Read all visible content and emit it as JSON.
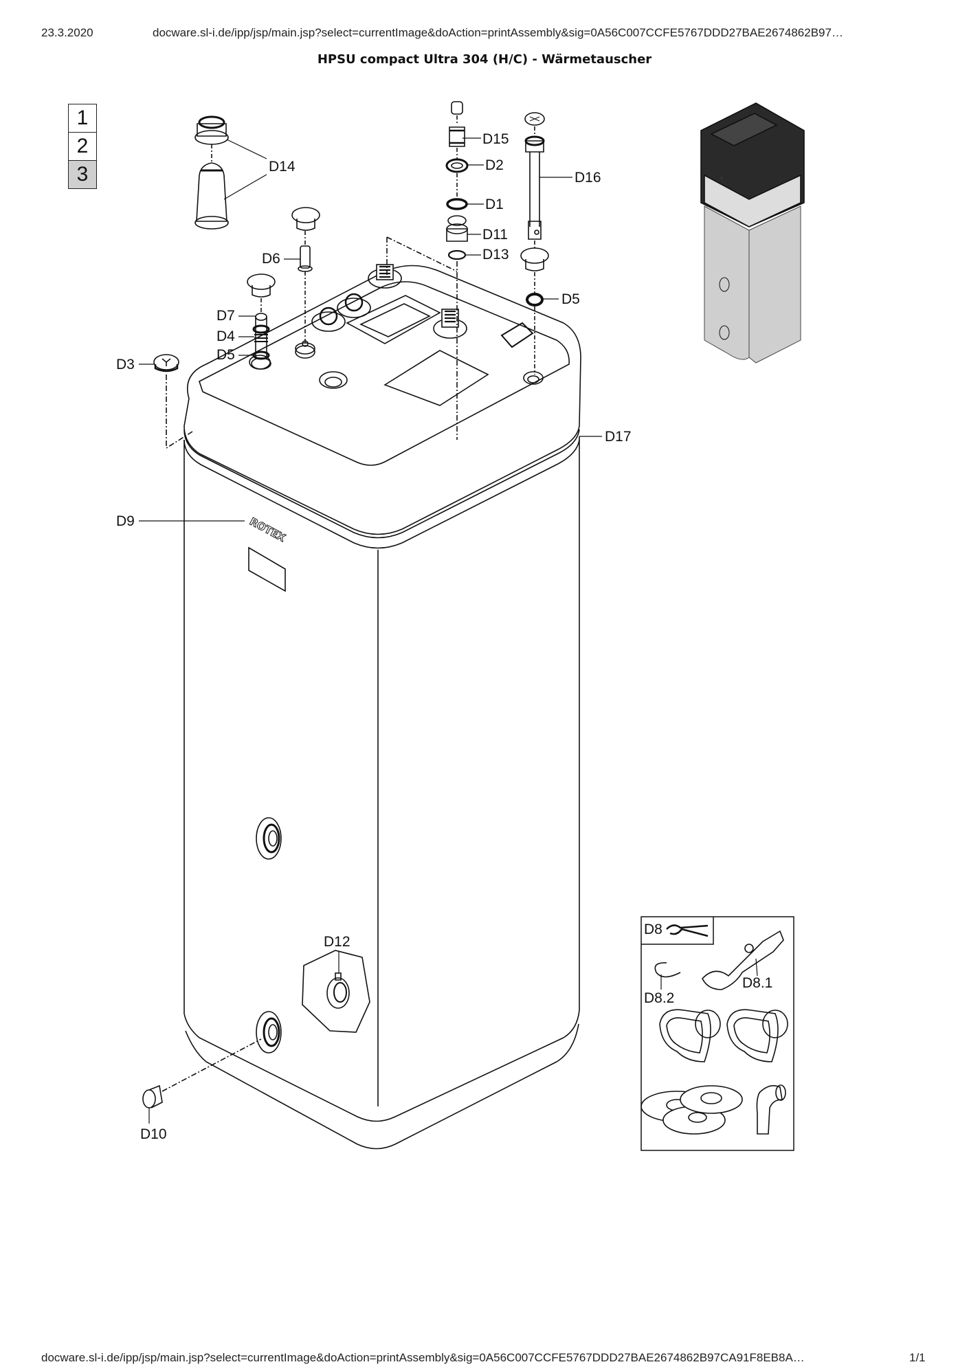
{
  "header": {
    "date": "23.3.2020",
    "url": "docware.sl-i.de/ipp/jsp/main.jsp?select=currentImage&doAction=printAssembly&sig=0A56C007CCFE5767DDD27BAE2674862B97…"
  },
  "title": "HPSU compact Ultra 304 (H/C) - Wärmetauscher",
  "page_selector": {
    "pages": [
      "1",
      "2",
      "3"
    ],
    "active": "3"
  },
  "diagram": {
    "brand_text": "ROTEX",
    "callouts": {
      "D14": "D14",
      "D15": "D15",
      "D2": "D2",
      "D1": "D1",
      "D11": "D11",
      "D13": "D13",
      "D16": "D16",
      "D6": "D6",
      "D5_right": "D5",
      "D7": "D7",
      "D4": "D4",
      "D5_left": "D5",
      "D3": "D3",
      "D17": "D17",
      "D9": "D9",
      "D12": "D12",
      "D10": "D10"
    },
    "kit_box": {
      "title": "D8",
      "icon": "pliers-icon",
      "items": [
        "D8.1",
        "D8.2"
      ]
    }
  },
  "footer": {
    "url": "docware.sl-i.de/ipp/jsp/main.jsp?select=currentImage&doAction=printAssembly&sig=0A56C007CCFE5767DDD27BAE2674862B97CA91F8EB8A…",
    "page": "1/1"
  }
}
